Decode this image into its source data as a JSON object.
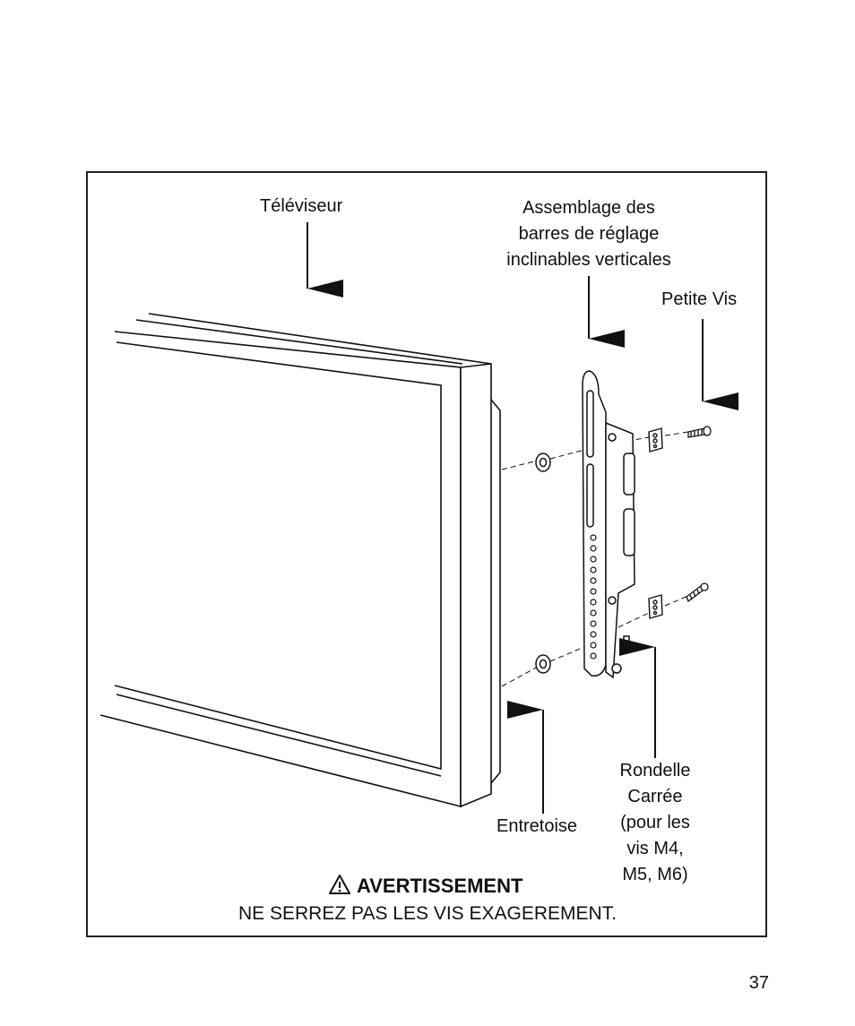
{
  "labels": {
    "tv": "Téléviseur",
    "bars_line1": "Assemblage des",
    "bars_line2": "barres de réglage",
    "bars_line3": "inclinables verticales",
    "screw": "Petite Vis",
    "spacer": "Entretoise",
    "washer_line1": "Rondelle",
    "washer_line2": "Carrée",
    "washer_line3": "(pour les",
    "washer_line4": "vis M4,",
    "washer_line5": "M5, M6)"
  },
  "warning": {
    "title": "AVERTISSEMENT",
    "text": "NE SERREZ PAS LES VIS EXAGEREMENT.",
    "icon": "warning-triangle-icon"
  },
  "page_number": "37"
}
